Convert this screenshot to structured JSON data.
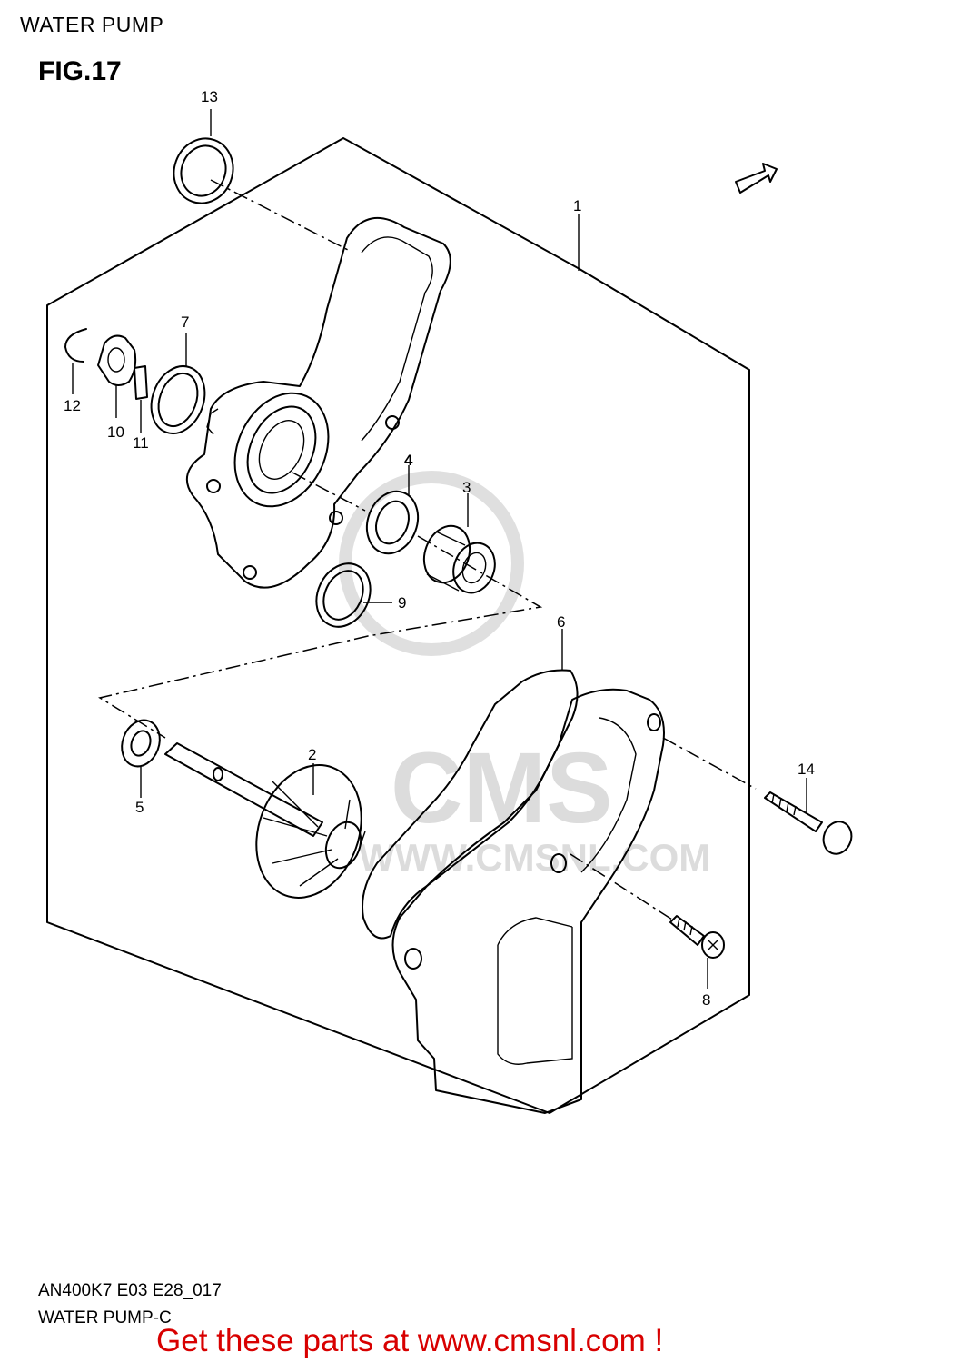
{
  "header": {
    "section_title": "WATER PUMP",
    "figure_label": "FIG.17"
  },
  "footer": {
    "diagram_code": "AN400K7 E03 E28_017",
    "subtitle": "WATER PUMP-C",
    "promo": "Get these parts at www.cmsnl.com !"
  },
  "watermark": {
    "brand": "CMS",
    "url": "WWW.CMSNL.COM"
  },
  "fwd_arrow": {
    "label": "FWD"
  },
  "callouts": {
    "c1": "1",
    "c2": "2",
    "c3": "3",
    "c4": "4",
    "c5": "5",
    "c6": "6",
    "c7": "7",
    "c8": "8",
    "c9": "9",
    "c10": "10",
    "c11": "11",
    "c12": "12",
    "c13": "13",
    "c14": "14"
  }
}
